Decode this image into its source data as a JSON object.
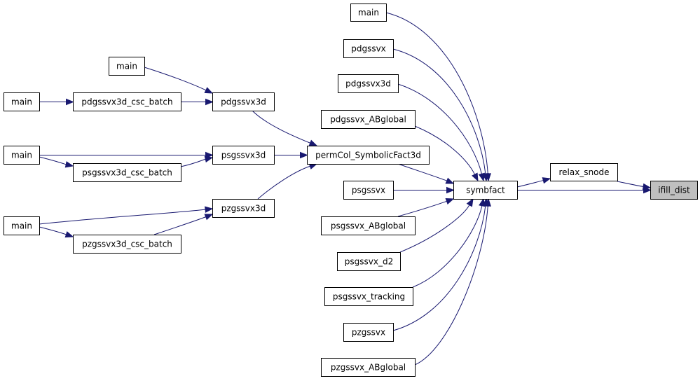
{
  "nodes": [
    {
      "id": "ifill_dist",
      "label": "ifill_dist",
      "highlight": true
    },
    {
      "id": "relax_snode",
      "label": "relax_snode"
    },
    {
      "id": "symbfact",
      "label": "symbfact"
    },
    {
      "id": "main_top",
      "label": "main"
    },
    {
      "id": "pdgssvx",
      "label": "pdgssvx"
    },
    {
      "id": "pdgssvx3d_r",
      "label": "pdgssvx3d"
    },
    {
      "id": "pdgssvx_ABglobal",
      "label": "pdgssvx_ABglobal"
    },
    {
      "id": "permCol_SymbolicFact3d",
      "label": "permCol_SymbolicFact3d"
    },
    {
      "id": "psgssvx",
      "label": "psgssvx"
    },
    {
      "id": "psgssvx_ABglobal",
      "label": "psgssvx_ABglobal"
    },
    {
      "id": "psgssvx_d2",
      "label": "psgssvx_d2"
    },
    {
      "id": "psgssvx_tracking",
      "label": "psgssvx_tracking"
    },
    {
      "id": "pzgssvx",
      "label": "pzgssvx"
    },
    {
      "id": "pzgssvx_ABglobal",
      "label": "pzgssvx_ABglobal"
    },
    {
      "id": "pdgssvx3d_l",
      "label": "pdgssvx3d"
    },
    {
      "id": "psgssvx3d",
      "label": "psgssvx3d"
    },
    {
      "id": "pzgssvx3d",
      "label": "pzgssvx3d"
    },
    {
      "id": "main_pd",
      "label": "main"
    },
    {
      "id": "pdgssvx3d_csc_batch",
      "label": "pdgssvx3d_csc_batch"
    },
    {
      "id": "main_pd_batch",
      "label": "main"
    },
    {
      "id": "main_ps",
      "label": "main"
    },
    {
      "id": "psgssvx3d_csc_batch",
      "label": "psgssvx3d_csc_batch"
    },
    {
      "id": "main_pz",
      "label": "main"
    },
    {
      "id": "pzgssvx3d_csc_batch",
      "label": "pzgssvx3d_csc_batch"
    }
  ],
  "edges": [
    {
      "from": "relax_snode",
      "to": "ifill_dist"
    },
    {
      "from": "symbfact",
      "to": "ifill_dist"
    },
    {
      "from": "symbfact",
      "to": "relax_snode"
    },
    {
      "from": "main_top",
      "to": "symbfact"
    },
    {
      "from": "pdgssvx",
      "to": "symbfact"
    },
    {
      "from": "pdgssvx3d_r",
      "to": "symbfact"
    },
    {
      "from": "pdgssvx_ABglobal",
      "to": "symbfact"
    },
    {
      "from": "permCol_SymbolicFact3d",
      "to": "symbfact"
    },
    {
      "from": "psgssvx",
      "to": "symbfact"
    },
    {
      "from": "psgssvx_ABglobal",
      "to": "symbfact"
    },
    {
      "from": "psgssvx_d2",
      "to": "symbfact"
    },
    {
      "from": "psgssvx_tracking",
      "to": "symbfact"
    },
    {
      "from": "pzgssvx",
      "to": "symbfact"
    },
    {
      "from": "pzgssvx_ABglobal",
      "to": "symbfact"
    },
    {
      "from": "pdgssvx3d_l",
      "to": "permCol_SymbolicFact3d"
    },
    {
      "from": "psgssvx3d",
      "to": "permCol_SymbolicFact3d"
    },
    {
      "from": "pzgssvx3d",
      "to": "permCol_SymbolicFact3d"
    },
    {
      "from": "main_pd",
      "to": "pdgssvx3d_l"
    },
    {
      "from": "pdgssvx3d_csc_batch",
      "to": "pdgssvx3d_l"
    },
    {
      "from": "main_pd_batch",
      "to": "pdgssvx3d_csc_batch"
    },
    {
      "from": "main_ps",
      "to": "psgssvx3d"
    },
    {
      "from": "main_ps",
      "to": "psgssvx3d_csc_batch"
    },
    {
      "from": "psgssvx3d_csc_batch",
      "to": "psgssvx3d"
    },
    {
      "from": "main_pz",
      "to": "pzgssvx3d"
    },
    {
      "from": "main_pz",
      "to": "pzgssvx3d_csc_batch"
    },
    {
      "from": "pzgssvx3d_csc_batch",
      "to": "pzgssvx3d"
    }
  ],
  "colors": {
    "edge": "#191970",
    "node_fill": "#ffffff",
    "node_highlight": "#bfbfbf",
    "node_border": "#000000"
  }
}
